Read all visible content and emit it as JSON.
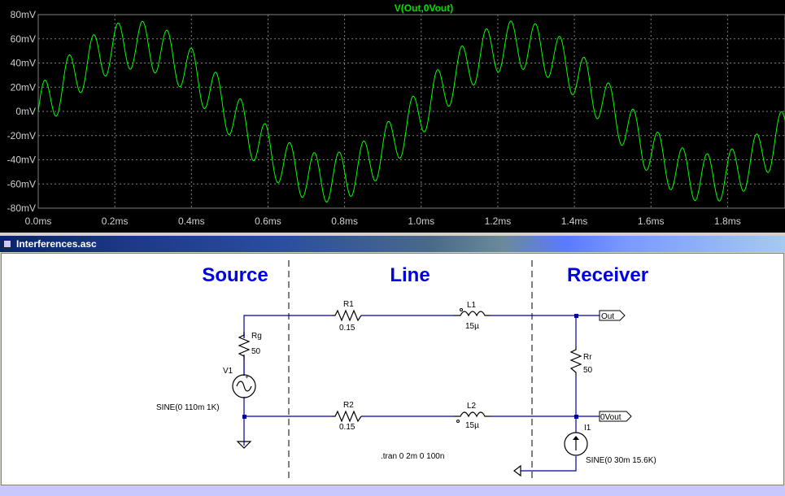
{
  "window": {
    "title": "Interferences.asc"
  },
  "chart_data": {
    "type": "line",
    "title": "V(Out,0Vout)",
    "xlabel": "",
    "ylabel": "",
    "x_unit": "ms",
    "y_unit": "mV",
    "xlim": [
      0,
      1.95
    ],
    "ylim": [
      -80,
      80
    ],
    "x_ticks": [
      "0.0ms",
      "0.2ms",
      "0.4ms",
      "0.6ms",
      "0.8ms",
      "1.0ms",
      "1.2ms",
      "1.4ms",
      "1.6ms",
      "1.8ms"
    ],
    "x_tick_values": [
      0,
      0.2,
      0.4,
      0.6,
      0.8,
      1.0,
      1.2,
      1.4,
      1.6,
      1.8
    ],
    "y_ticks": [
      "80mV",
      "60mV",
      "40mV",
      "20mV",
      "0mV",
      "-20mV",
      "-40mV",
      "-60mV",
      "-80mV"
    ],
    "y_tick_values": [
      80,
      60,
      40,
      20,
      0,
      -20,
      -40,
      -60,
      -80
    ],
    "grid": true,
    "series": [
      {
        "name": "V(Out,0Vout)",
        "color": "#00ff00",
        "model": {
          "a1_mV": 55,
          "f1_kHz": 1,
          "a2_mV": 20,
          "f2_kHz": 15.6
        }
      }
    ]
  },
  "schematic": {
    "sections": [
      "Source",
      "Line",
      "Receiver"
    ],
    "components": {
      "rg": {
        "name": "Rg",
        "value": "50"
      },
      "v1": {
        "name": "V1",
        "value": "SINE(0 110m 1K)"
      },
      "r1": {
        "name": "R1",
        "value": "0.15"
      },
      "l1": {
        "name": "L1",
        "value": "15µ"
      },
      "r2": {
        "name": "R2",
        "value": "0.15"
      },
      "l2": {
        "name": "L2",
        "value": "15µ"
      },
      "rr": {
        "name": "Rr",
        "value": "50"
      },
      "i1": {
        "name": "I1",
        "value": "SINE(0 30m 15.6K)"
      }
    },
    "netlabels": {
      "out": "Out",
      "zero_vout": "0Vout"
    },
    "directive": ".tran 0 2m 0 100n"
  },
  "colors": {
    "wire": "#0000a0",
    "trace": "#00ff00",
    "section": "#0000e0"
  }
}
